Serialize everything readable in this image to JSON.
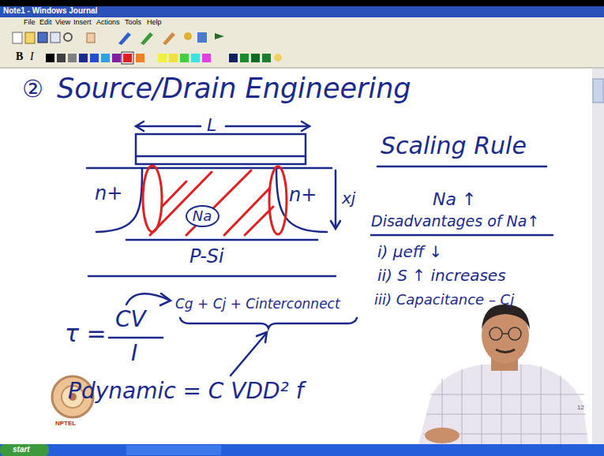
{
  "diagram": {
    "title": "Source/Drain Engineering",
    "nodes": [
      {
        "text": [
          "Na"
        ]
      }
    ],
    "labels": [
      "Note1 - Windows Journal",
      "File",
      "Edit",
      "View",
      "Insert",
      "Actions",
      "Tools",
      "Help",
      "B",
      "I",
      "②",
      "L",
      "n+",
      "n+",
      "xj",
      "P-Si",
      "Scaling Rule",
      "Na ↑",
      "Disadvantages of Na↑",
      "i) μeff ↓",
      "ii) S ↑ increases",
      "iii) Capacitance – Cj",
      "τ =",
      "CV",
      "I",
      "Cg + Cj + Cinterconnect",
      "Pdynamic = C VDD² f",
      "NPTEL",
      "start",
      "12"
    ]
  }
}
